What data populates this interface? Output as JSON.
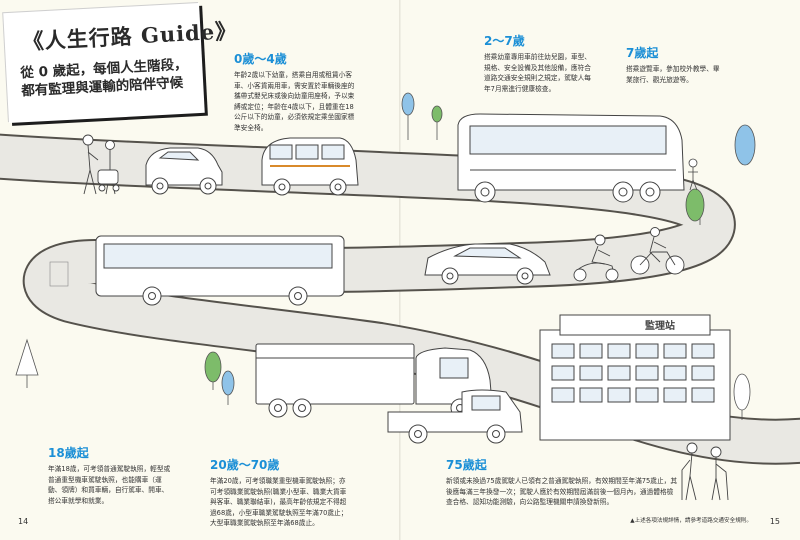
{
  "title": {
    "main": "《人生行路 Guide》",
    "sub_line1": "從 0 歲起，每個人生階段，",
    "sub_line2": "都有監理與運輸的陪伴守候"
  },
  "stages": [
    {
      "heading": "0歲～4歲",
      "body": "年齡2歲以下幼童，搭乘自用或租賃小客車、小客貨兩用車，需安置於車輛後座的攜帶式嬰兒床或後向幼童用座椅，予以束縛或定位；年齡在4歲以下，且體重在18公斤以下的幼童，必須依規定乘坐國家標準安全椅。"
    },
    {
      "heading": "2～7歲",
      "body": "搭乘幼童專用車前往幼兒園，車型、規格、安全設備及其他設備，應符合道路交通安全規則之規定，駕駛人每年7月需進行健康檢查。"
    },
    {
      "heading": "7歲起",
      "body": "搭乘遊覽車，參加校外教學、畢業旅行、觀光旅遊等。"
    },
    {
      "heading": "18歲起",
      "body": "年滿18歲，可考領普通駕駛執照，輕型或普通重型機車駕駛執照，也能購車（運動、領牌）和買車輛，自行駕車、開車、搭公車就學和就業。"
    },
    {
      "heading": "20歲～70歲",
      "body": "年滿20歲，可考領職業重型機車駕駛執照；亦可考領職業駕駛執照(職業小型車、職業大貨車與客車、職業聯結車)，最高年齡依規定不得超過68歲，小型車職業駕駛執照至年滿70歲止；大型車職業駕駛執照至年滿68歲止。"
    },
    {
      "heading": "75歲起",
      "body": "新領或未換過75歲駕駛人已領有之普通駕駛執照，有效期間至年滿75歲止，其後應每滿三年換發一次；駕駛人應於有效期間屆滿前後一個月內，通過體格檢查合格、認知功能測驗，向公路監理機關申請換發新照。"
    }
  ],
  "footer": {
    "page_left": "14",
    "page_right": "15",
    "note": "▲上述各項法規詳情，請參考道路交通安全規則。"
  },
  "building_sign": "監理站"
}
